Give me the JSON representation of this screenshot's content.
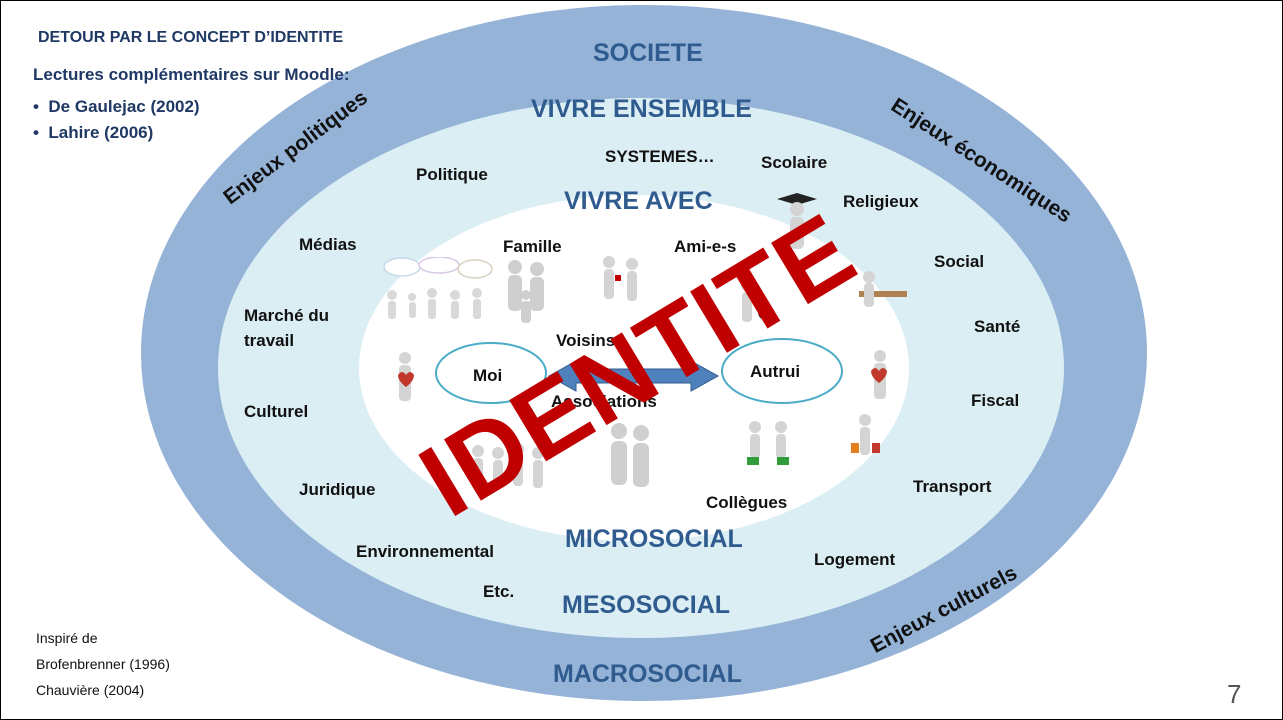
{
  "header": {
    "title": "DETOUR PAR LE CONCEPT D’IDENTITE",
    "readings_title": "Lectures complémentaires sur Moodle:",
    "readings": [
      "De Gaulejac (2002)",
      "Lahire (2006)"
    ]
  },
  "credits": {
    "line1": "Inspiré de",
    "line2": "Brofenbrenner (1996)",
    "line3": "Chauvière (2004)"
  },
  "page_number": "7",
  "levels": {
    "societe": "SOCIETE",
    "vivre_ensemble": "VIVRE ENSEMBLE",
    "vivre_avec": "VIVRE AVEC",
    "microsocial": "MICROSOCIAL",
    "mesosocial": "MESOSOCIAL",
    "macrosocial": "MACROSOCIAL"
  },
  "enjeux": {
    "politiques": "Enjeux politiques",
    "economiques": "Enjeux économiques",
    "culturels": "Enjeux culturels"
  },
  "systems": {
    "systemes": "SYSTEMES…",
    "politique": "Politique",
    "scolaire": "Scolaire",
    "religieux": "Religieux",
    "medias": "Médias",
    "social": "Social",
    "marche": "Marché du travail",
    "sante": "Santé",
    "culturel": "Culturel",
    "fiscal": "Fiscal",
    "juridique": "Juridique",
    "transport": "Transport",
    "environnemental": "Environnemental",
    "logement": "Logement",
    "etc": "Etc."
  },
  "micro": {
    "famille": "Famille",
    "amis": "Ami-e-s",
    "voisins": "Voisins",
    "associations": "Associations",
    "collegues": "Collègues",
    "moi": "Moi",
    "autrui": "Autrui"
  },
  "stamp": "IDENTITE",
  "colors": {
    "outer_ring": "#95b3d7",
    "middle_ring": "#dbeef4",
    "inner_core": "#ffffff",
    "level_text": "#2f5b8f",
    "header_text": "#1f3864",
    "stamp": "#c00000",
    "bubble_border": "#4bacc6",
    "arrow": "#4f81bd"
  }
}
